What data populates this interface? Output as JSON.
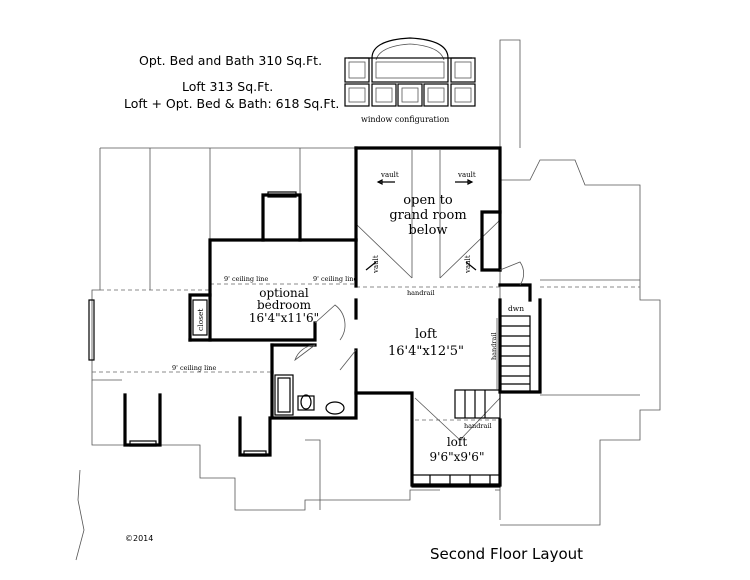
{
  "area_notes": {
    "opt_bed_bath": "Opt. Bed and Bath 310 Sq.Ft.",
    "loft": "Loft 313 Sq.Ft.",
    "loft_plus": "Loft + Opt. Bed & Bath:  618 Sq.Ft."
  },
  "window_config_label": "window configuration",
  "rooms": {
    "open_line1": "open to",
    "open_line2": "grand room",
    "open_line3": "below",
    "optional_name1": "optional",
    "optional_name2": "bedroom",
    "optional_size": "16'4\"x11'6\"",
    "loft_name": "loft",
    "loft_size": "16'4\"x12'5\"",
    "loft2_name": "loft",
    "loft2_size": "9'6\"x9'6\"",
    "closet": "closet"
  },
  "notes": {
    "vault": "vault",
    "ceiling_9": "9' ceiling line",
    "handrail": "handrail",
    "dwn": "dwn"
  },
  "caption": "Second Floor Layout",
  "copyright": "©2014"
}
